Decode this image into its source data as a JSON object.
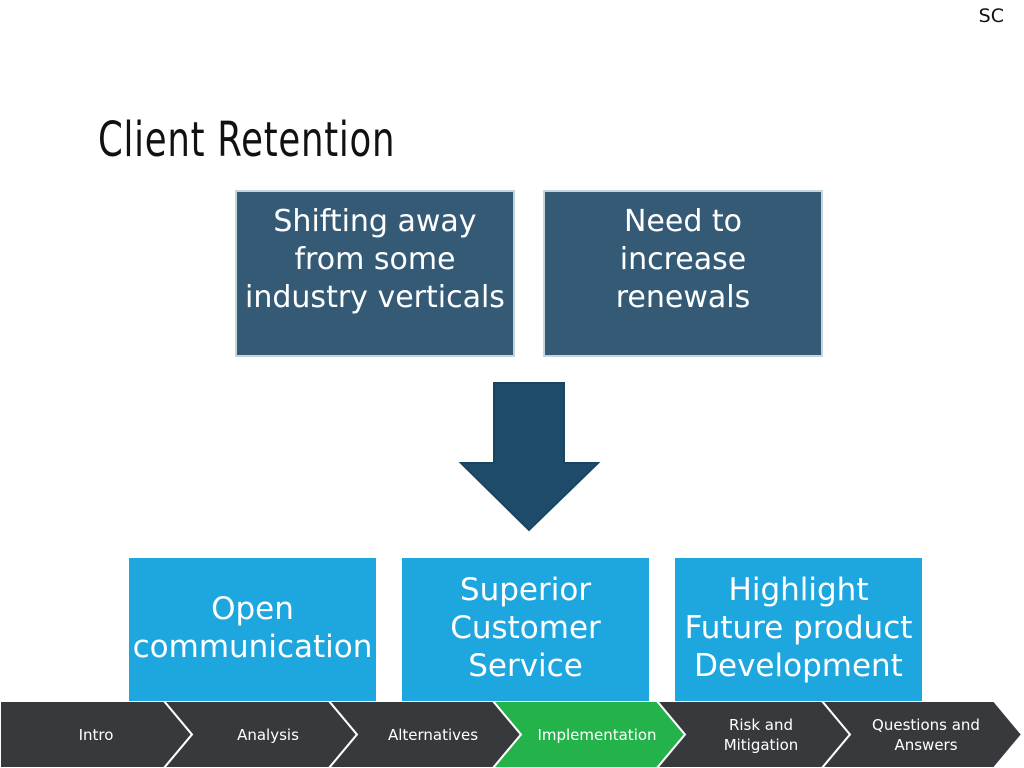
{
  "corner_label": "SC",
  "title": "Client Retention",
  "challenges": [
    "Shifting away\nfrom some\nindustry verticals",
    "Need to\nincrease\nrenewals"
  ],
  "solutions": [
    "Open\ncommunication",
    "Superior\nCustomer\nService",
    "Highlight\nFuture product\nDevelopment"
  ],
  "arrow_icon": "down-arrow-icon",
  "colors": {
    "challenge_box": "#345a76",
    "solution_box": "#1ea6df",
    "arrow": "#1f4b6b",
    "nav_default": "#37393d",
    "nav_active": "#24b24b"
  },
  "nav": {
    "active_index": 3,
    "items": [
      {
        "label": "Intro"
      },
      {
        "label": "Analysis"
      },
      {
        "label": "Alternatives"
      },
      {
        "label": "Implementation"
      },
      {
        "label": "Risk and\nMitigation"
      },
      {
        "label": "Questions and\nAnswers"
      }
    ]
  }
}
